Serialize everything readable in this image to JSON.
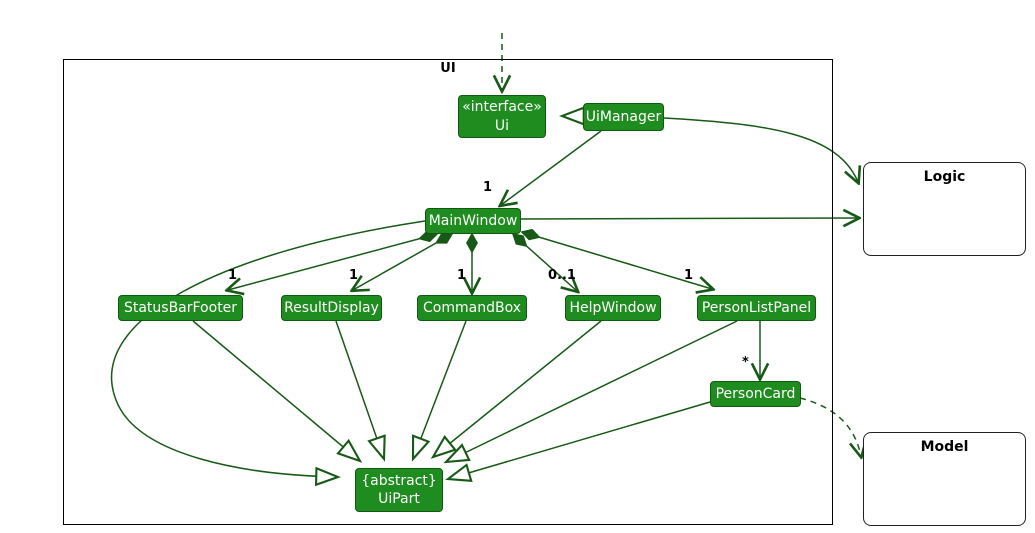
{
  "diagram": {
    "container_label": "UI",
    "classes": {
      "ui_interface": {
        "stereotype": "«interface»",
        "name": "Ui"
      },
      "ui_manager": {
        "name": "UiManager"
      },
      "main_window": {
        "name": "MainWindow"
      },
      "status_bar_footer": {
        "name": "StatusBarFooter"
      },
      "result_display": {
        "name": "ResultDisplay"
      },
      "command_box": {
        "name": "CommandBox"
      },
      "help_window": {
        "name": "HelpWindow"
      },
      "person_list_panel": {
        "name": "PersonListPanel"
      },
      "person_card": {
        "name": "PersonCard"
      },
      "ui_part": {
        "stereotype": "{abstract}",
        "name": "UiPart"
      }
    },
    "external": {
      "logic": "Logic",
      "model": "Model"
    },
    "multiplicities": {
      "uimanager_to_mainwindow": "1",
      "mainwindow_to_statusbarfooter": "1",
      "mainwindow_to_resultdisplay": "1",
      "mainwindow_to_commandbox": "1",
      "mainwindow_to_helpwindow": "0..1",
      "mainwindow_to_personlistpanel": "1",
      "personlistpanel_to_personcard": "*"
    },
    "colors": {
      "class_fill": "#1E8C1E",
      "class_border": "#115911",
      "edge_line": "#175917",
      "class_text": "#FFFFFF",
      "label_text": "#000000"
    }
  }
}
